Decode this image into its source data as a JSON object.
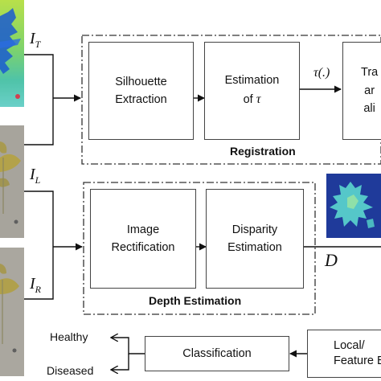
{
  "inputs": {
    "thermal_symbol": "I",
    "thermal_sub": "T",
    "left_symbol": "I",
    "left_sub": "L",
    "right_symbol": "I",
    "right_sub": "R"
  },
  "registration": {
    "title": "Registration",
    "silhouette_box": "Silhouette\nExtraction",
    "estimation_box_prefix": "Estimation\nof ",
    "estimation_box_symbol": "τ",
    "tau_label": "τ(.)",
    "transform_box": "Tra\nar\nali"
  },
  "depth": {
    "title": "Depth Estimation",
    "rectification_box": "Image\nRectification",
    "disparity_box": "Disparity\nEstimation",
    "output_symbol": "D"
  },
  "classification": {
    "box": "Classification",
    "feature_box": "Local/\nFeature E",
    "outputs": [
      "Healthy",
      "Diseased"
    ]
  },
  "colors": {
    "line": "#111111",
    "box_border": "#444444",
    "dashed_border": "#333333"
  }
}
